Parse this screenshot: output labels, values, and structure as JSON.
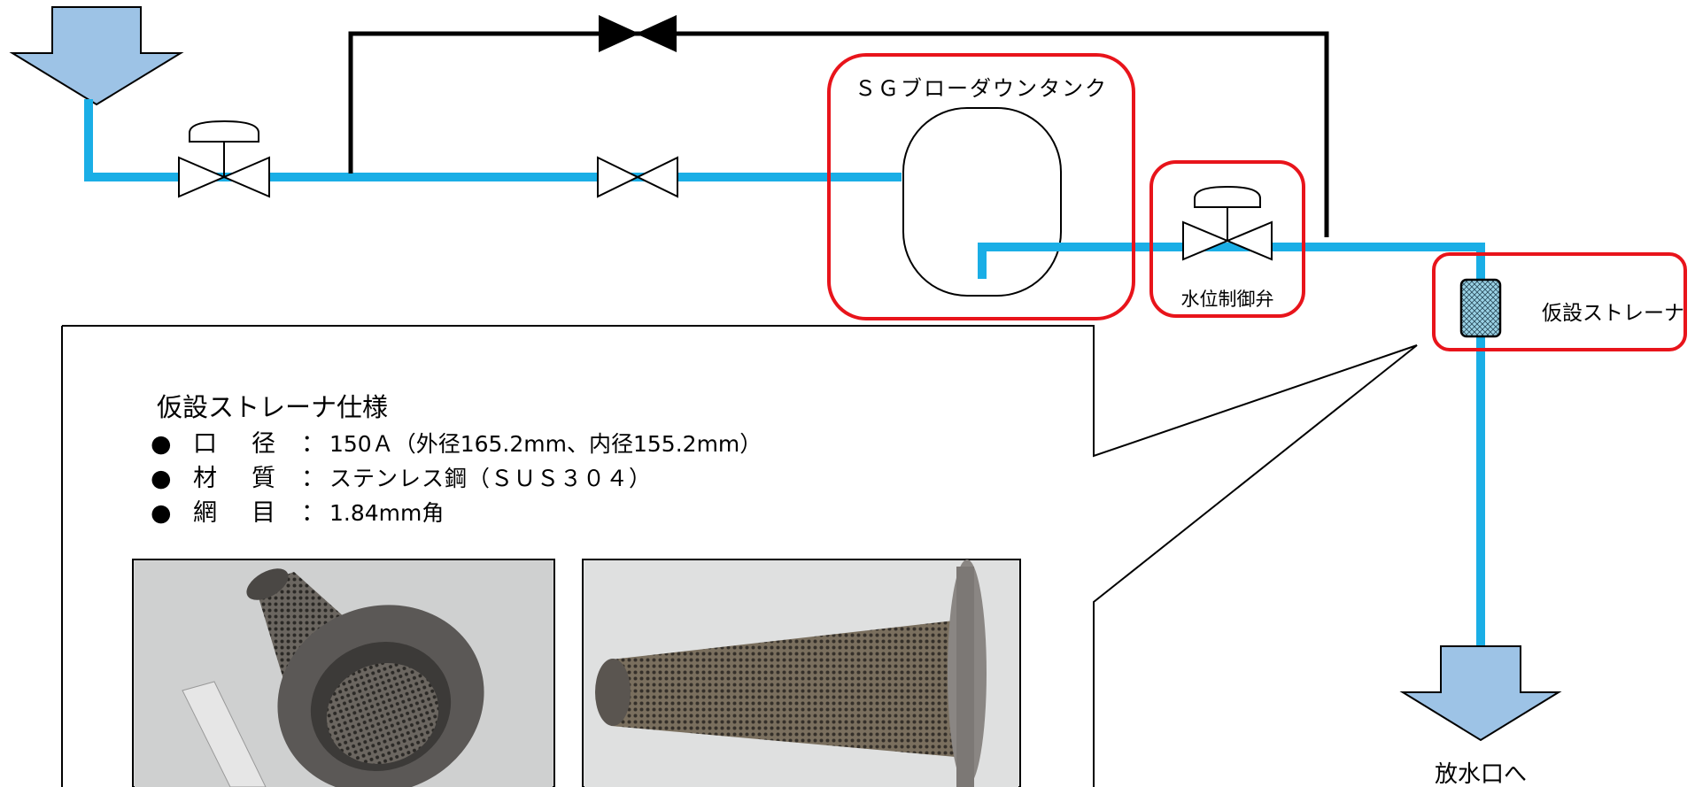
{
  "labels": {
    "tank": "ＳＧブローダウンタンク",
    "level_valve": "水位制御弁",
    "strainer": "仮設ストレーナ",
    "outlet": "放水口へ"
  },
  "spec": {
    "title": "仮設ストレーナ仕様",
    "rows": [
      {
        "bullet": "●",
        "key": "口　径",
        "sep": "：",
        "value": "150Ａ（外径165.2mm、内径155.2mm）"
      },
      {
        "bullet": "●",
        "key": "材　質",
        "sep": "：",
        "value": "ステンレス鋼（ＳＵＳ３０４）"
      },
      {
        "bullet": "●",
        "key": "網　目",
        "sep": "：",
        "value": "1.84mm角"
      }
    ]
  },
  "colors": {
    "pipe": "#1aaee6",
    "bypass": "#000000",
    "arrow_fill": "#9dc3e6",
    "highlight": "#e8141b",
    "strainer_fill": "#9bd3e6"
  }
}
